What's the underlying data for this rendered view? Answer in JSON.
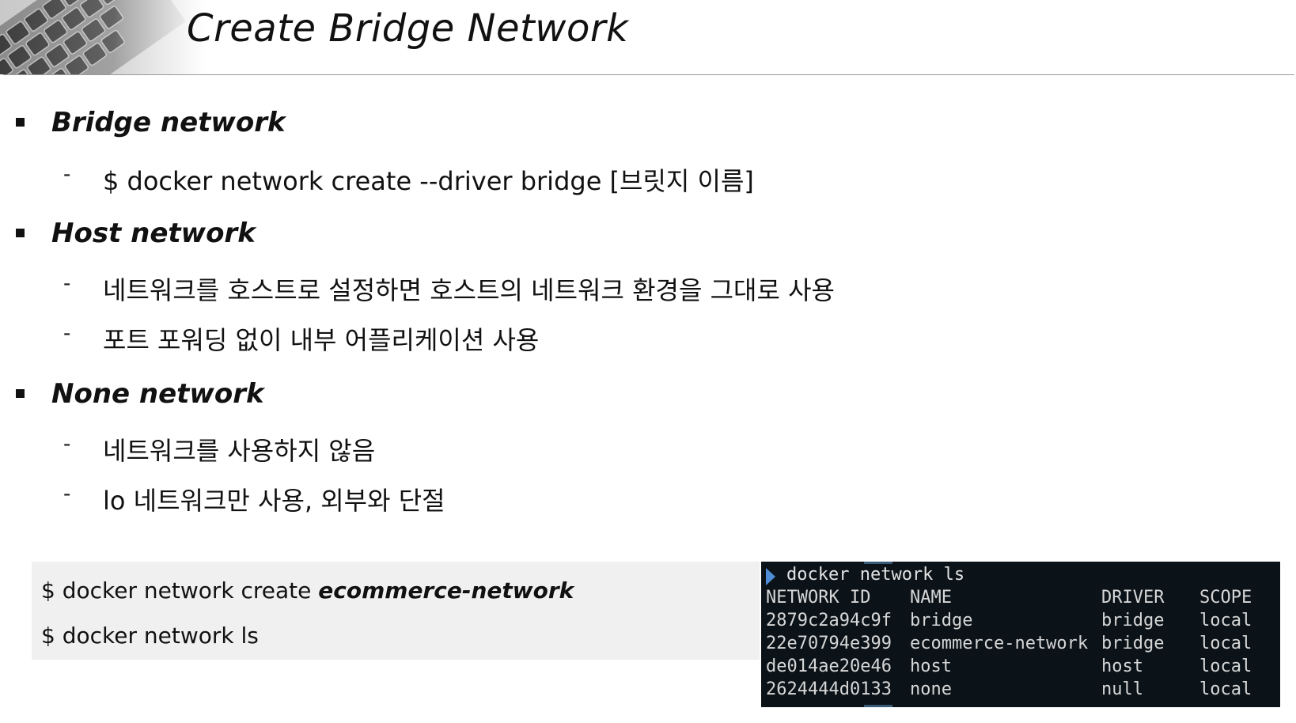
{
  "header": {
    "title": "Create Bridge Network",
    "graphic": "laptop-keyboard-icon"
  },
  "sections": [
    {
      "heading": "Bridge network",
      "items": [
        "$ docker network create --driver bridge [브릿지 이름]"
      ]
    },
    {
      "heading": "Host network",
      "items": [
        "네트워크를 호스트로 설정하면 호스트의 네트워크 환경을 그대로 사용",
        "포트 포워딩 없이 내부 어플리케이션 사용"
      ]
    },
    {
      "heading": "None network",
      "items": [
        "네트워크를 사용하지 않음",
        "lo 네트워크만 사용, 외부와 단절"
      ]
    }
  ],
  "commands": {
    "line1_prefix": "$ docker network create ",
    "line1_emphasis": "ecommerce-network",
    "line2": "$ docker network ls"
  },
  "terminal": {
    "prompt_command": "docker network ls",
    "headers": {
      "id": "NETWORK ID",
      "name": "NAME",
      "driver": "DRIVER",
      "scope": "SCOPE"
    },
    "rows": [
      {
        "id": "2879c2a94c9f",
        "name": "bridge",
        "driver": "bridge",
        "scope": "local"
      },
      {
        "id": "22e70794e399",
        "name": "ecommerce-network",
        "driver": "bridge",
        "scope": "local"
      },
      {
        "id": "de014ae20e46",
        "name": "host",
        "driver": "host",
        "scope": "local"
      },
      {
        "id": "2624444d0133",
        "name": "none",
        "driver": "null",
        "scope": "local"
      }
    ]
  }
}
